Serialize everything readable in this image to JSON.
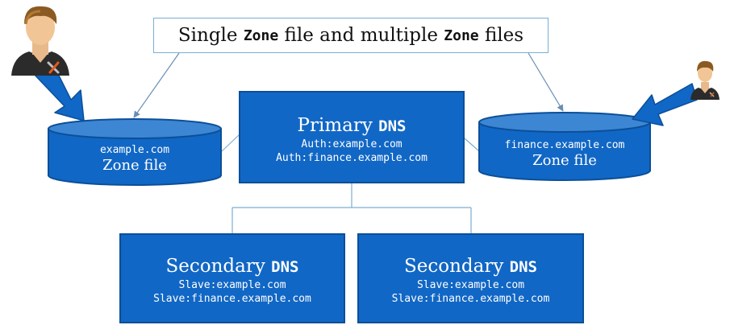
{
  "caption": {
    "part1": "Single ",
    "zone1": "Zone",
    "part2": " file and multiple ",
    "zone2": "Zone",
    "part3": " files"
  },
  "primary": {
    "title_word": "Primary",
    "title_dns": "DNS",
    "line1": "Auth:example.com",
    "line2": "Auth:finance.example.com"
  },
  "secondary_left": {
    "title_word": "Secondary",
    "title_dns": "DNS",
    "line1": "Slave:example.com",
    "line2": "Slave:finance.example.com"
  },
  "secondary_right": {
    "title_word": "Secondary",
    "title_dns": "DNS",
    "line1": "Slave:example.com",
    "line2": "Slave:finance.example.com"
  },
  "zone_left": {
    "domain": "example.com",
    "label": "Zone file"
  },
  "zone_right": {
    "domain": "finance.example.com",
    "label": "Zone file"
  },
  "colors": {
    "box_fill": "#1167c5",
    "box_border": "#0b4f98",
    "connector": "#7aaed4"
  },
  "icons": {
    "admin_left": "admin-user-icon",
    "admin_right": "admin-user-icon"
  }
}
